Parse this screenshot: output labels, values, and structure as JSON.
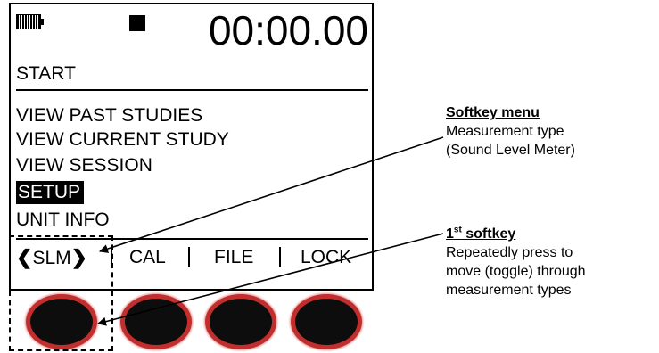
{
  "device": {
    "timer": "00:00.00",
    "start_label": "START",
    "menu": [
      "VIEW PAST STUDIES",
      "VIEW CURRENT STUDY",
      "VIEW SESSION",
      "SETUP",
      "UNIT INFO"
    ],
    "selected_index": 3,
    "softkeys": {
      "first": "SLM",
      "second": "CAL",
      "third": "FILE",
      "fourth": "LOCK"
    },
    "icons": [
      "battery-icon",
      "stop-icon",
      "chevron-left-icon",
      "chevron-right-icon"
    ],
    "button_color": "#c12e2e"
  },
  "callouts": {
    "softkey_menu": {
      "title": "Softkey menu",
      "line1": "Measurement type",
      "line2": "(Sound Level Meter)"
    },
    "first_softkey": {
      "title_num": "1",
      "title_sup": "st",
      "title_rest": " softkey",
      "line1": "Repeatedly press to",
      "line2": "move (toggle) through",
      "line3": "measurement types"
    }
  }
}
